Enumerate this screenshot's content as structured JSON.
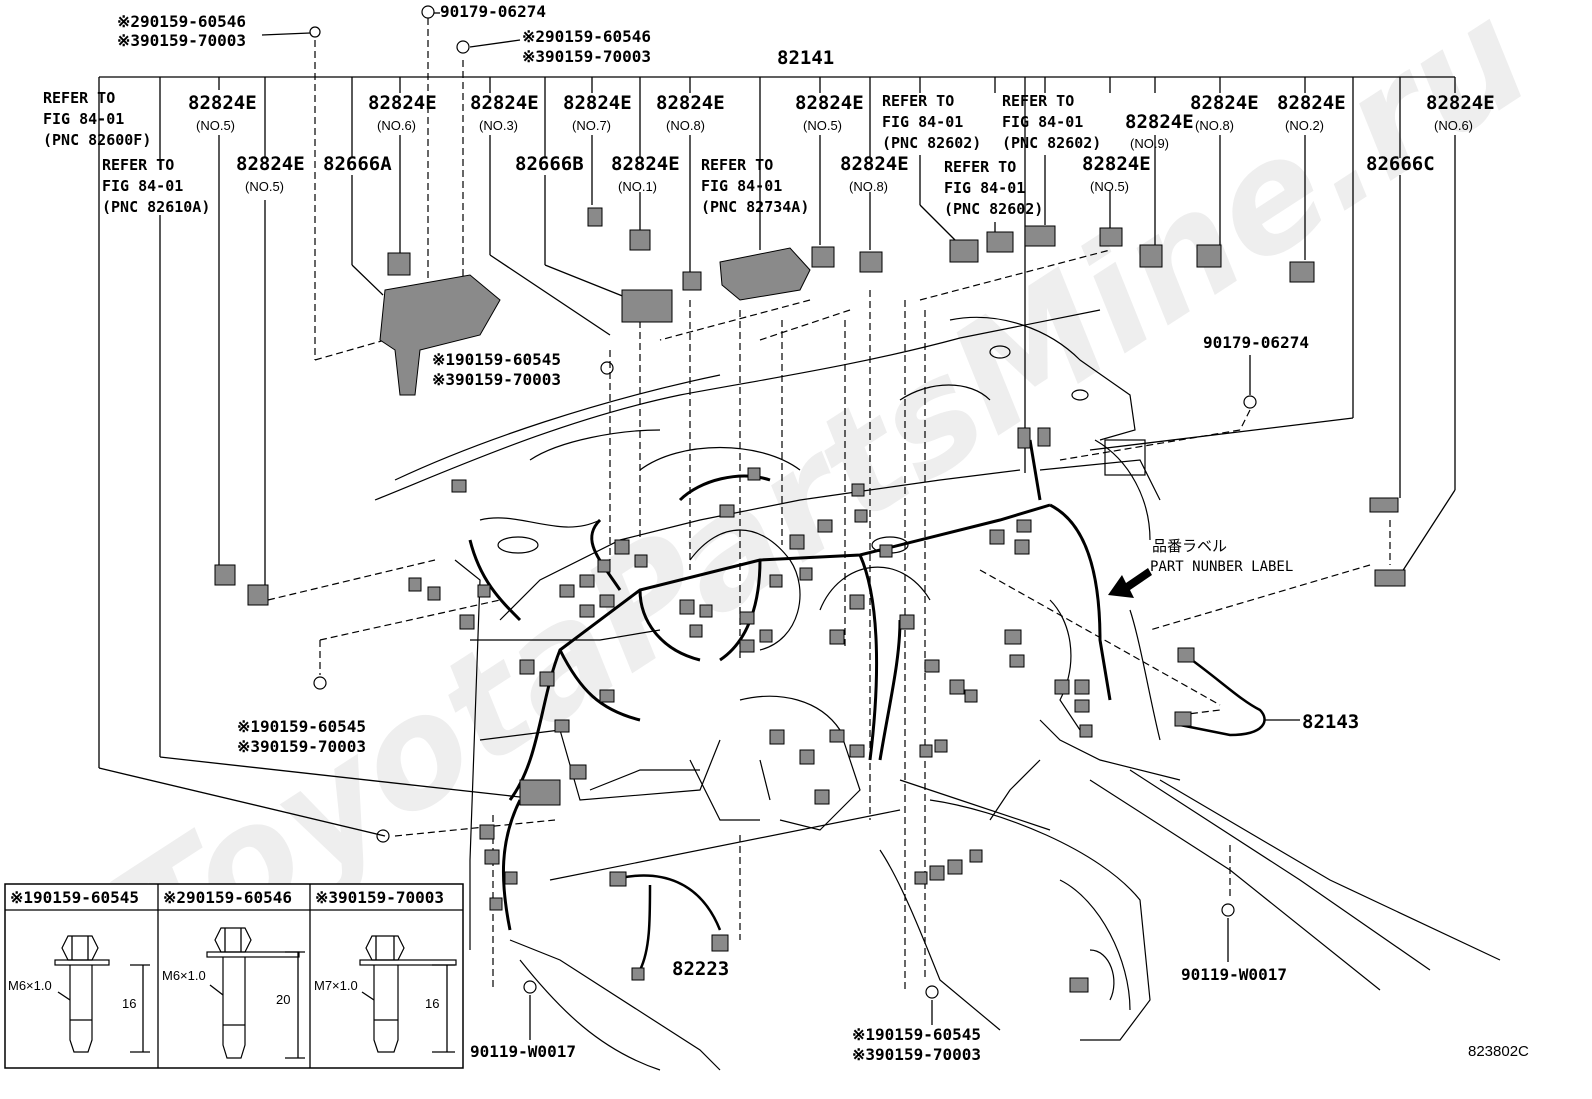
{
  "diagram": {
    "figure_code": "823802C",
    "watermark": "ToyotaPartsMine.ru",
    "main_assembly": "82141",
    "part_labels": {
      "p82824e": "82824E",
      "p82666a": "82666A",
      "p82666b": "82666B",
      "p82666c": "82666C",
      "p82143": "82143",
      "p82223": "82223"
    },
    "numbers": {
      "no1": "(NO.1)",
      "no2": "(NO.2)",
      "no3": "(NO.3)",
      "no5": "(NO.5)",
      "no6": "(NO.6)",
      "no7": "(NO.7)",
      "no8": "(NO.8)",
      "no9": "(NO.9)"
    },
    "references": {
      "refer_to": "REFER TO",
      "fig": "FIG 84-01",
      "pnc_82600f": "(PNC 82600F)",
      "pnc_82610a": "(PNC 82610A)",
      "pnc_82734a": "(PNC 82734A)",
      "pnc_82602": "(PNC 82602)"
    },
    "fasteners": {
      "f1_60545": "※190159-60545",
      "f2_60546": "※290159-60546",
      "f3_70003": "※390159-70003",
      "clip_06274": "90179-06274",
      "bolt_w0017": "90119-W0017"
    },
    "label_note": {
      "jp": "品番ラベル",
      "en": "PART NUNBER LABEL"
    },
    "bolt_table": {
      "headers": [
        "※190159-60545",
        "※290159-60546",
        "※390159-70003"
      ],
      "threads": [
        "M6×1.0",
        "M6×1.0",
        "M7×1.0"
      ],
      "lengths": [
        "16",
        "20",
        "16"
      ]
    }
  }
}
